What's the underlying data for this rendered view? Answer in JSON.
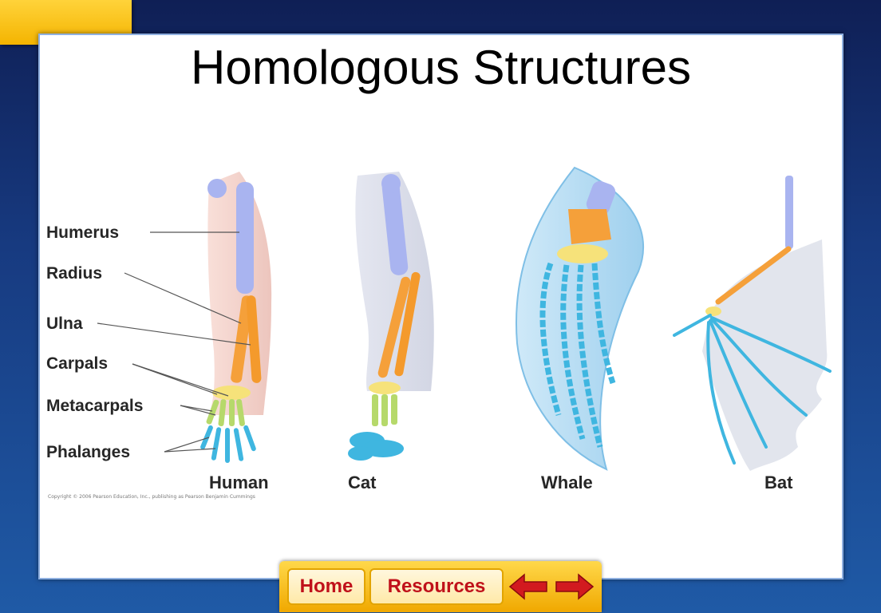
{
  "slide": {
    "title": "Homologous Structures"
  },
  "diagram": {
    "bone_labels": [
      "Humerus",
      "Radius",
      "Ulna",
      "Carpals",
      "Metacarpals",
      "Phalanges"
    ],
    "animals": [
      "Human",
      "Cat",
      "Whale",
      "Bat"
    ],
    "copyright": "Copyright © 2006 Pearson Education, Inc., publishing as Pearson Benjamin Cummings"
  },
  "nav": {
    "home_label": "Home",
    "resources_label": "Resources",
    "back_icon": "left-arrow-icon",
    "forward_icon": "right-arrow-icon"
  },
  "colors": {
    "background": "#173a80",
    "tab": "#f4b400",
    "button_text": "#c0111a",
    "humerus": "#a9b4f0",
    "radius_ulna": "#f5a03a",
    "carpals": "#f6e27a",
    "metacarpals": "#b6d96b",
    "phalanges": "#3fb6e0"
  }
}
